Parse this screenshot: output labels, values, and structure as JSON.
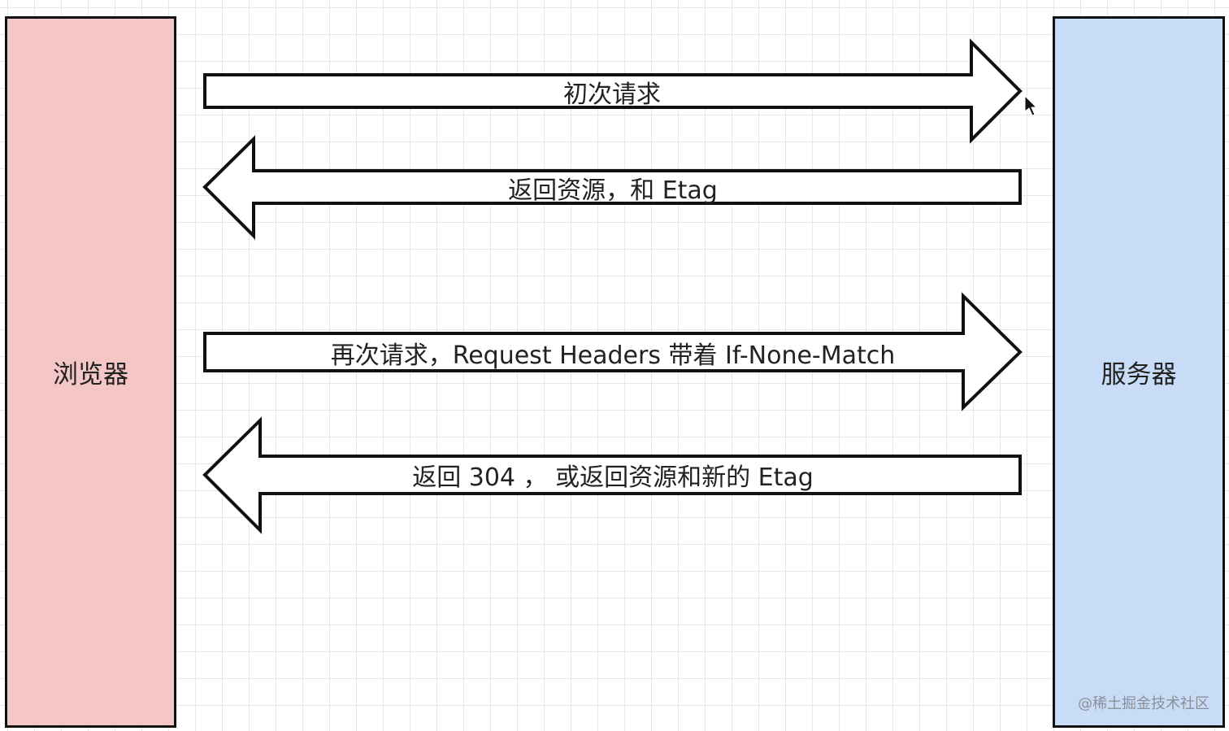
{
  "nodes": {
    "browser": {
      "label": "浏览器",
      "color": "#f4c6c6"
    },
    "server": {
      "label": "服务器",
      "color": "#c9dcf7"
    }
  },
  "arrows": [
    {
      "label": "初次请求",
      "direction": "right"
    },
    {
      "label": "返回资源，和 Etag",
      "direction": "left"
    },
    {
      "label": "再次请求，Request Headers 带着 If-None-Match",
      "direction": "right"
    },
    {
      "label": "返回 304 ， 或返回资源和新的 Etag",
      "direction": "left"
    }
  ],
  "watermark": "@稀土掘金技术社区"
}
